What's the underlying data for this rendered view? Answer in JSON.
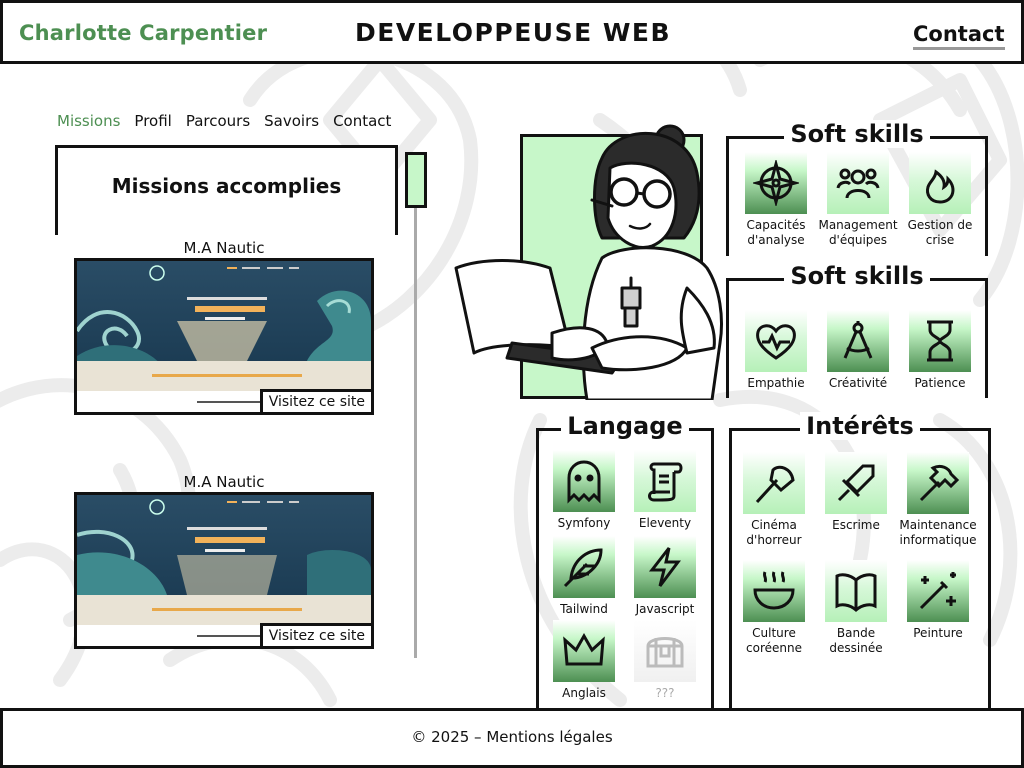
{
  "header": {
    "brand": "Charlotte Carpentier",
    "title": "DEVELOPPEUSE WEB",
    "contact": "Contact"
  },
  "nav": {
    "items": [
      "Missions",
      "Profil",
      "Parcours",
      "Savoirs",
      "Contact"
    ],
    "active": "Missions"
  },
  "missions": {
    "title": "Missions accomplies",
    "items": [
      {
        "name": "M.A Nautic",
        "button": "Visitez ce site"
      },
      {
        "name": "M.A Nautic",
        "button": "Visitez ce site"
      }
    ]
  },
  "soft_skills_1": {
    "title": "Soft skills",
    "items": [
      {
        "label": "Capacités d'analyse",
        "icon": "compass-icon"
      },
      {
        "label": "Management d'équipes",
        "icon": "team-icon"
      },
      {
        "label": "Gestion de crise",
        "icon": "flame-icon"
      }
    ]
  },
  "soft_skills_2": {
    "title": "Soft skills",
    "items": [
      {
        "label": "Empathie",
        "icon": "heart-pulse-icon"
      },
      {
        "label": "Créativité",
        "icon": "drafting-compass-icon"
      },
      {
        "label": "Patience",
        "icon": "hourglass-icon"
      }
    ]
  },
  "langage": {
    "title": "Langage",
    "items": [
      {
        "label": "Symfony",
        "icon": "ghost-icon"
      },
      {
        "label": "Eleventy",
        "icon": "scroll-icon"
      },
      {
        "label": "Tailwind",
        "icon": "feather-icon"
      },
      {
        "label": "Javascript",
        "icon": "lightning-icon"
      },
      {
        "label": "Anglais",
        "icon": "crown-icon"
      },
      {
        "label": "???",
        "icon": "chest-icon"
      }
    ]
  },
  "interets": {
    "title": "Intérêts",
    "items": [
      {
        "label": "Cinéma d'horreur",
        "icon": "axe-icon"
      },
      {
        "label": "Escrime",
        "icon": "sword-icon"
      },
      {
        "label": "Maintenance informatique",
        "icon": "hammer-icon"
      },
      {
        "label": "Culture coréenne",
        "icon": "bowl-icon"
      },
      {
        "label": "Bande dessinée",
        "icon": "book-icon"
      },
      {
        "label": "Peinture",
        "icon": "magic-wand-icon"
      }
    ]
  },
  "footer": {
    "text": "© 2025 – Mentions légales"
  },
  "colors": {
    "accent": "#4d8f52",
    "mint": "#c7f7c9",
    "ink": "#111111"
  }
}
